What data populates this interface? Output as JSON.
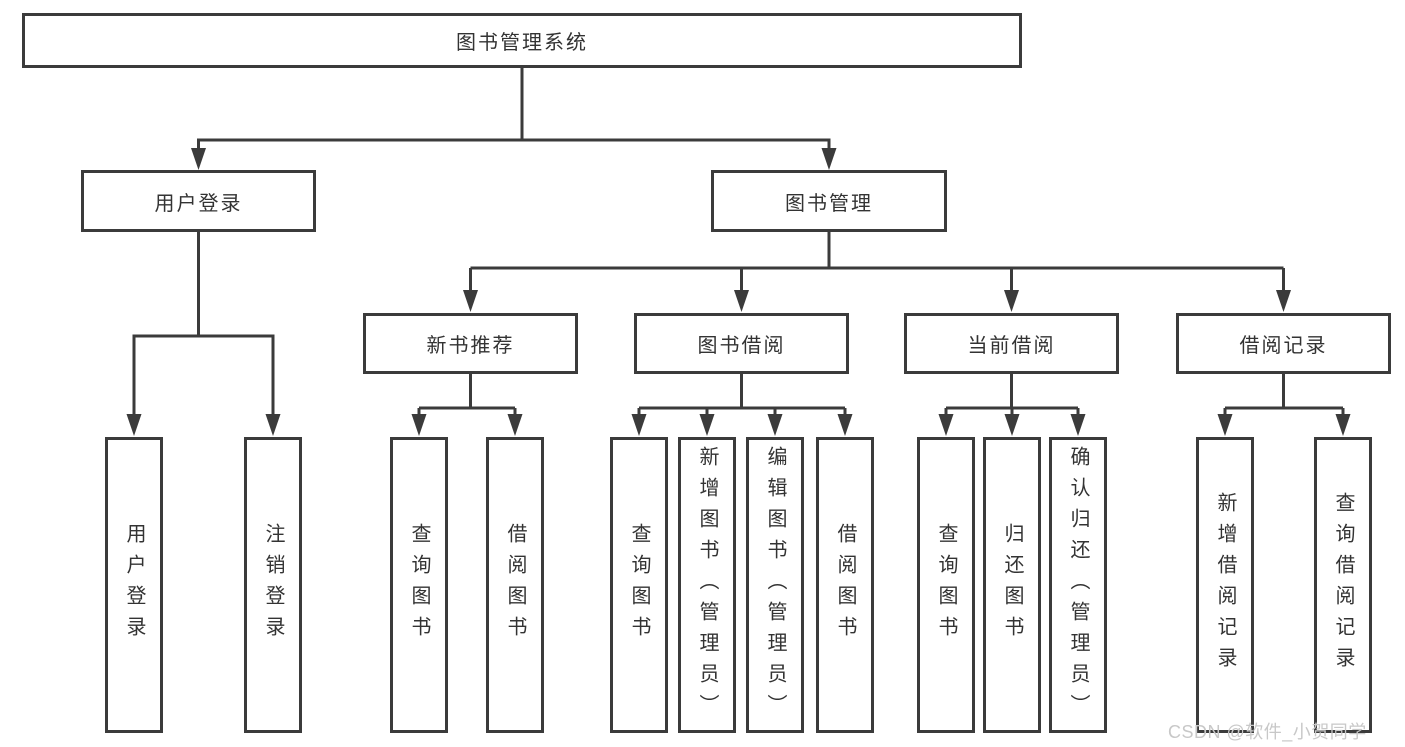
{
  "colors": {
    "line": "#3b3b3b",
    "box_border": "#3b3b3b",
    "text": "#333333",
    "background": "#ffffff",
    "watermark": "#c8c8c8"
  },
  "nodes": {
    "root": "图书管理系统",
    "user_login": "用户登录",
    "book_mgmt": "图书管理",
    "new_rec": "新书推荐",
    "borrow": "图书借阅",
    "current": "当前借阅",
    "records": "借阅记录",
    "leaves": {
      "user_login": "用户登录",
      "logout": "注销登录",
      "rec_query": "查询图书",
      "rec_borrow": "借阅图书",
      "bor_query": "查询图书",
      "bor_add": "新增图书（管理员）",
      "bor_edit": "编辑图书（管理员）",
      "bor_borrow": "借阅图书",
      "cur_query": "查询图书",
      "cur_return": "归还图书",
      "cur_confirm": "确认归还（管理员）",
      "record_add": "新增借阅记录",
      "record_query": "查询借阅记录"
    }
  },
  "watermark": "CSDN @软件_小贺同学"
}
